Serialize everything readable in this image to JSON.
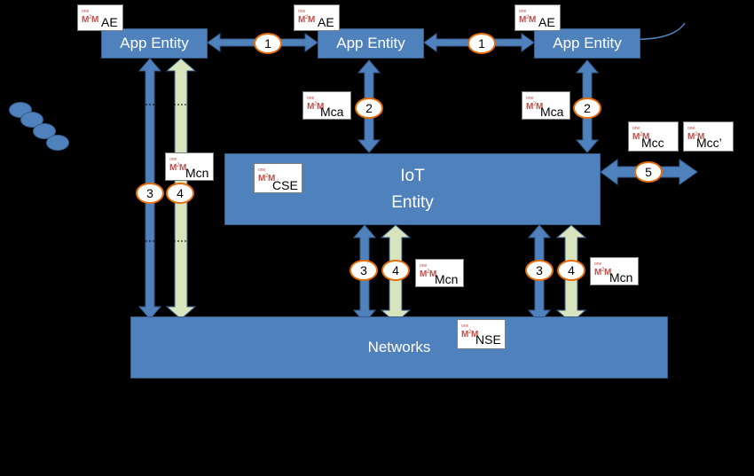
{
  "entities": {
    "app_left": "App Entity",
    "app_middle": "App Entity",
    "app_right": "App Entity",
    "iot_line1": "IoT",
    "iot_line2": "Entity",
    "networks": "Networks"
  },
  "tags": {
    "ae": "AE",
    "mca": "Mca",
    "mcn": "Mcn",
    "cse": "CSE",
    "nse": "NSE",
    "mcc": "Mcc",
    "mcc_prime": "Mcc’"
  },
  "reference_points": {
    "one": "1",
    "two": "2",
    "three": "3",
    "four": "4",
    "five": "5"
  },
  "colors": {
    "background": "#000000",
    "entity_fill": "#4f81bd",
    "arrow_blue": "#4f81bd",
    "arrow_green": "#d7e4bd",
    "badge_border": "#e46c0a"
  }
}
